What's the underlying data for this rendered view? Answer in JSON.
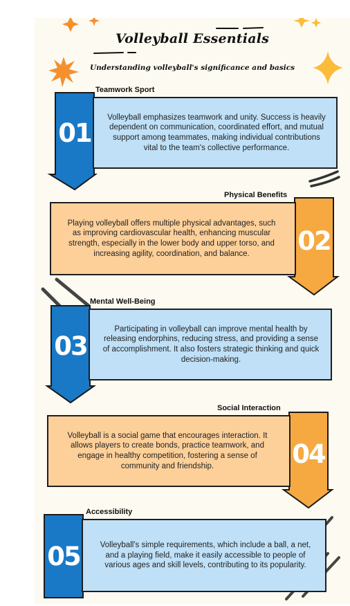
{
  "title": "Volleyball Essentials",
  "subtitle": "Understanding volleyball's significance and basics",
  "sections": [
    {
      "number": "01",
      "heading": "Teamwork Sport",
      "text": "Volleyball emphasizes teamwork and unity. Success is heavily dependent on communication, coordinated effort, and mutual support among teammates, making individual contributions vital to the team's collective performance."
    },
    {
      "number": "02",
      "heading": "Physical Benefits",
      "text": "Playing volleyball offers multiple physical advantages, such as improving cardiovascular health, enhancing muscular strength, especially in the lower body and upper torso, and increasing agility, coordination, and balance."
    },
    {
      "number": "03",
      "heading": "Mental Well-Being",
      "text": "Participating in volleyball can improve mental health by releasing endorphins, reducing stress, and providing a sense of accomplishment. It also fosters strategic thinking and quick decision-making."
    },
    {
      "number": "04",
      "heading": "Social Interaction",
      "text": "Volleyball is a social game that encourages interaction. It allows players to create bonds, practice teamwork, and engage in healthy competition, fostering a sense of community and friendship."
    },
    {
      "number": "05",
      "heading": "Accessibility",
      "text": "Volleyball's simple requirements, which include a ball, a net, and a playing field, make it easily accessible to people of various ages and skill levels, contributing to its popularity."
    }
  ],
  "colors": {
    "blue_dark": "#1979c7",
    "blue_light": "#bfe0f7",
    "orange_dark": "#f7a941",
    "orange_light": "#fdd09a",
    "paper": "#fdfbf1",
    "star_orange": "#f5902f",
    "star_yellow": "#fbbc3c"
  }
}
